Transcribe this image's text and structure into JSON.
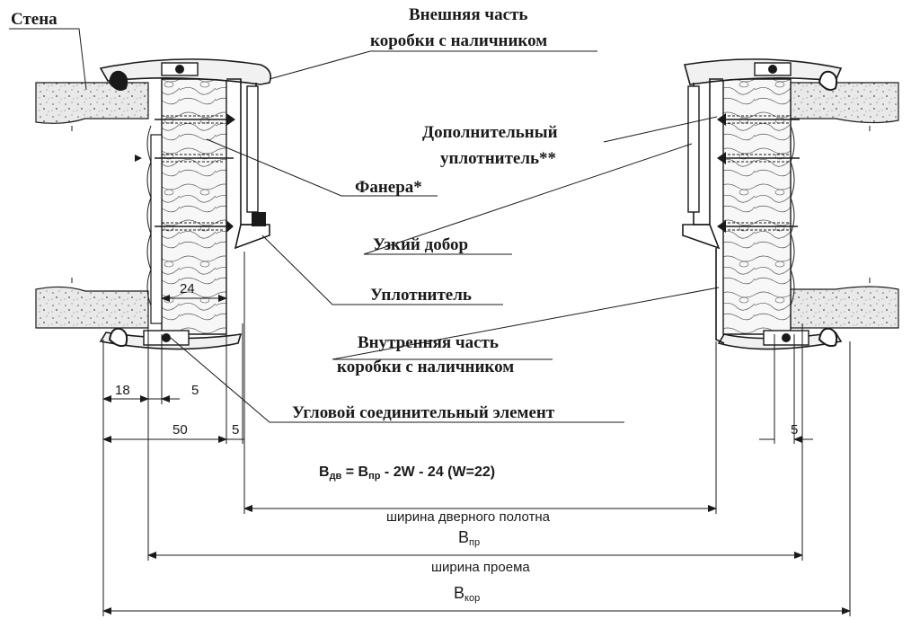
{
  "callouts": {
    "wall": "Стена",
    "outer_frame_1": "Внешняя часть",
    "outer_frame_2": "коробки с наличником",
    "extra_seal_1": "Дополнительный",
    "extra_seal_2": "уплотнитель**",
    "plywood": "Фанера*",
    "narrow_extension": "Узкий добор",
    "seal": "Уплотнитель",
    "inner_frame_1": "Внутренняя часть",
    "inner_frame_2": "коробки с наличником",
    "corner_connector": "Угловой соединительный элемент"
  },
  "dimensions": {
    "d24": "24",
    "d18": "18",
    "d5a": "5",
    "d50": "50",
    "d5b": "5",
    "d5c": "5"
  },
  "formula": {
    "b1": "B",
    "s1": "дв",
    "rest1": " = B",
    "s2": "пр",
    "rest2": " - 2W - 24  (W=22)"
  },
  "widths": {
    "door_leaf_label": "ширина дверного полотна",
    "opening_symbol": "B",
    "opening_sub": "пр",
    "opening_label": "ширина проема",
    "frame_symbol": "B",
    "frame_sub": "кор"
  },
  "colors": {
    "line": "#1a1a1a",
    "background": "#ffffff",
    "frame_fill": "#f1f1f1"
  }
}
